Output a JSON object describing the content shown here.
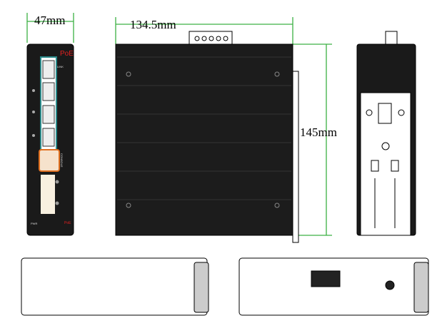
{
  "dimensions": {
    "width": "47mm",
    "depth": "134.5mm",
    "height": "145mm"
  },
  "front_panel": {
    "brand_label": "PoE",
    "bottom_label": "PoE",
    "console_label": "CONSOLE",
    "pwr_label": "PWR",
    "link_label": "LINK"
  },
  "colors": {
    "dimension_line": "#3cb043",
    "body": "#1a1a1a",
    "console": "#e07020",
    "ports": "#2a8a8a"
  }
}
